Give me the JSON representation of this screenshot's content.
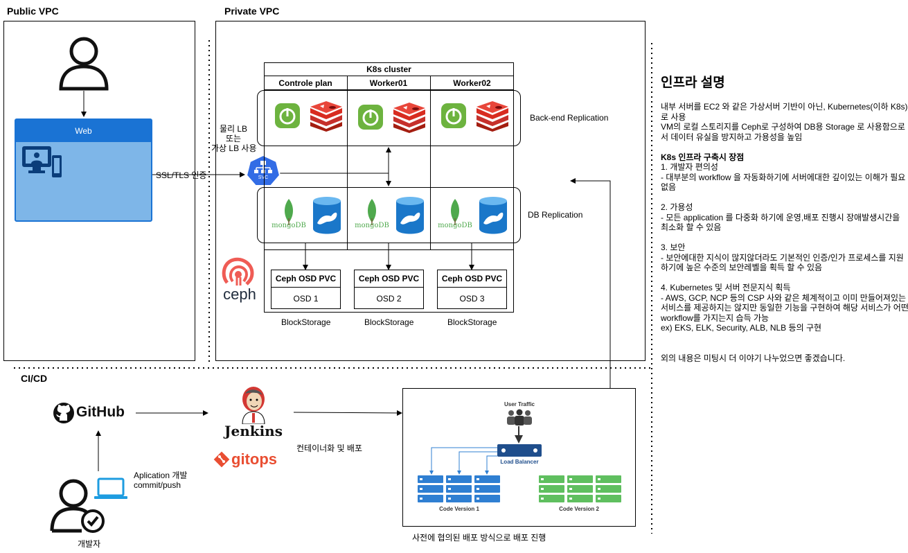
{
  "public_vpc": {
    "title": "Public VPC",
    "web_label": "Web",
    "ssl_label": "SSL/TLS 인증"
  },
  "private_vpc": {
    "title": "Private VPC",
    "k8s_title": "K8s cluster",
    "columns": [
      "Controle plan",
      "Worker01",
      "Worker02"
    ],
    "lb_note": [
      "물리 LB",
      "또는",
      "가상 LB 사용"
    ],
    "svc_label": "SVC",
    "backend_label": "Back-end Replication",
    "db_label": "DB Replication",
    "mongo_label": "mongoDB",
    "ceph_label": "ceph",
    "pvc": [
      {
        "title": "Ceph OSD PVC",
        "osd": "OSD 1",
        "storage": "BlockStorage"
      },
      {
        "title": "Ceph OSD PVC",
        "osd": "OSD 2",
        "storage": "BlockStorage"
      },
      {
        "title": "Ceph OSD PVC",
        "osd": "OSD 3",
        "storage": "BlockStorage"
      }
    ]
  },
  "cicd": {
    "title": "CI/CD",
    "github": "GitHub",
    "jenkins": "Jenkins",
    "gitops": "gitops",
    "container_note": "컨테이너화 및 배포",
    "dev_note": [
      "Aplication 개발",
      "commit/push"
    ],
    "developer": "개발자",
    "deploy_note": "사전에 협의된 배포 방식으로 배포 진행",
    "user_traffic": "User Traffic",
    "load_balancer": "Load Balancer",
    "code_v1": "Code Version 1",
    "code_v2": "Code Version 2"
  },
  "infra": {
    "title": "인프라 설명",
    "lines": [
      "내부 서버를 EC2 와 같은 가상서버 기반이 아닌, Kubernetes(이하 K8s)",
      "로 사용",
      "VM의 로컬 스토리지를 Ceph로 구성하여 DB용 Storage 로 사용함으로",
      "서 데이터 유실을 방지하고 가용성을 높임",
      "",
      "K8s 인프라 구축시 장점",
      "1. 개발자 편의성",
      "- 대부분의 workflow 을 자동화하기에 서버에대한 깊이있는 이해가 필요",
      "없음",
      "",
      "2. 가용성",
      "- 모든 application 를 다중화 하기에 운영,배포 진행시 장애발생시간을",
      "최소화 할 수 있음",
      "",
      "3. 보안",
      "- 보안에대한 지식이 많지않더라도 기본적인 인증/인가 프로세스를 지원",
      "하기에 높은 수준의 보안레벨을 획득 할 수 있음",
      "",
      "4. Kubernetes 및 서버 전문지식 획득",
      "- AWS, GCP, NCP 등의 CSP 사와 같은 체계적이고 이미 만들어져있는",
      "서비스를 제공하지는 않지만 동일한 기능을 구현하여 해당 서비스가 어떤",
      "workflow를 가지는지 습득 가능",
      "ex) EKS, ELK, Security, ALB, NLB 등의 구현",
      "",
      "",
      "외의 내용은 미팅시 더 이야기 나누었으면 좋겠습니다."
    ]
  },
  "colors": {
    "web_header": "#1a73d4",
    "web_body": "#7eb6e8",
    "spring": "#6db33f",
    "redis": "#d82c20",
    "mysql": "#1a77c9",
    "mongo": "#4fa94d",
    "ceph": "#ef5c55",
    "svc": "#326ce5",
    "jenkins": "#d33833",
    "gitops": "#e94e32",
    "lb": "#1f4e8c",
    "v1": "#2f7fd2",
    "v2": "#5fbf5f"
  }
}
